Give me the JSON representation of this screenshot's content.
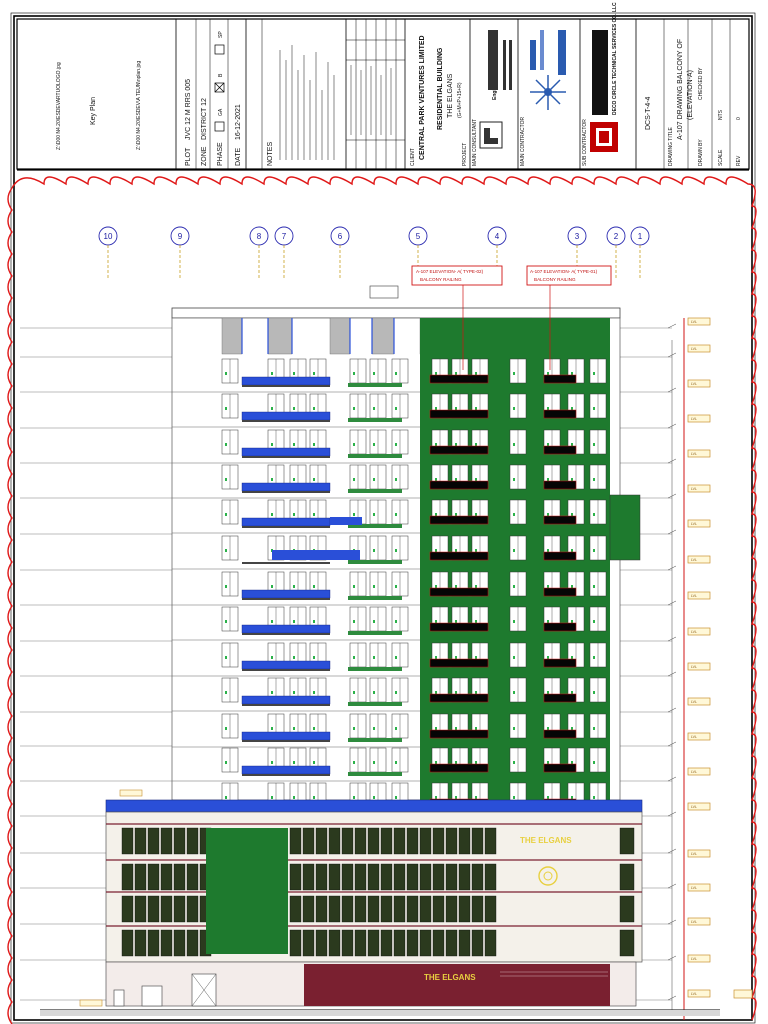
{
  "title_block": {
    "file_refs": [
      "Z:\\D00 N4.20\\ESDEVARTUOLOGO.jpg",
      "Z:\\D00 N4.20\\ESDEV\\A TEUN\\nplan.jpg"
    ],
    "key_plan_label": "Key Plan",
    "plot_label": "PLOT",
    "plot_value": "JVC 12 M RRS 005",
    "zone_label": "ZONE",
    "zone_value": "DISTRICT 12",
    "phase_label": "PHASE",
    "phase_options": [
      "GA",
      "B",
      "SP"
    ],
    "date_label": "DATE",
    "date_value": "16-12-2021",
    "notes_label": "NOTES",
    "client_name": "CENTRAL PARK VENTURES LIMITED",
    "client_label": "CLIENT",
    "project_name": "RESIDENTIAL BUILDING",
    "project_subname": "THE ELGANS",
    "project_plot": "(G+M+P+15+R)",
    "project_label": "PROJECT",
    "consultant_label": "MAIN CONSULTANT",
    "consultant_name": "Engineering Consultants",
    "contractor_label": "MAIN CONTRACTOR",
    "subcontractor_label": "SUB CONTRACTOR",
    "subcontractor_name": "DECO CIRCLE TECHNICAL SERVICES CO. LLC",
    "drawing_number": "DCS-T-4-4",
    "drawing_title_label": "DRAWING TITLE",
    "drawing_title": "A-107 DRAWING BALCONY OF",
    "drawing_subtitle": "(ELEVATION-A)",
    "drawn_by_label": "DRAWN BY",
    "checked_by_label": "CHECKED BY",
    "scale_label": "SCALE",
    "scale_value": "NTS",
    "revision_label": "REV",
    "revision_value": "0"
  },
  "elevation": {
    "grid_labels": [
      "10",
      "9",
      "8",
      "7",
      "6",
      "5",
      "4",
      "3",
      "2",
      "1"
    ],
    "callouts": [
      {
        "line1": "A-107 ELEVATION- A( TYPE-02)",
        "line2": "BALCONY RAILING"
      },
      {
        "line1": "A-107 ELEVATION- A( TYPE-01)",
        "line2": "BALCONY RAILING"
      }
    ],
    "building_sign_upper": "THE ELGANS",
    "building_sign_lower": "THE ELGANS",
    "level_tag": "LVL"
  },
  "colors": {
    "revision_cloud": "#e01818",
    "green_panel": "#1e7a2e",
    "blue_railing": "#2a4fd8",
    "maroon_base": "#7a2030",
    "annotation_red": "#d01515",
    "grid_blue": "#2a2ab0"
  }
}
